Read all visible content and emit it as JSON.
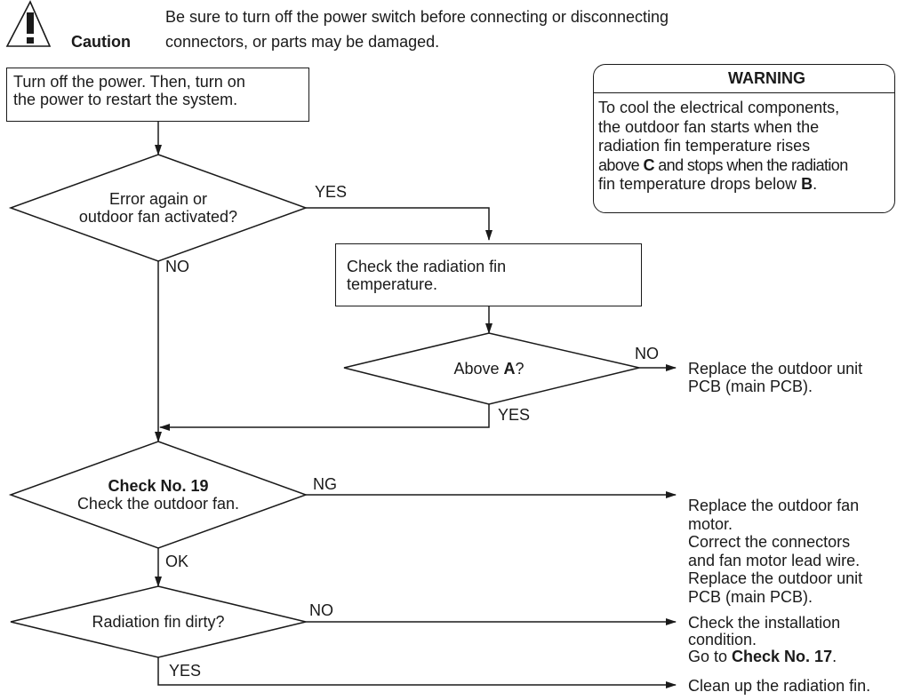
{
  "caution": {
    "label": "Caution",
    "text_line1": "Be sure to turn off the power switch before connecting or disconnecting",
    "text_line2": "connectors, or parts may be damaged."
  },
  "warning": {
    "title": "WARNING",
    "line1": "To cool the electrical components,",
    "line2": "the outdoor fan starts when the",
    "line3": "radiation fin temperature rises",
    "line4_pre": "above ",
    "line4_bold": "C",
    "line4_post": " and stops when the radiation",
    "line5_pre": "fin temperature drops below ",
    "line5_bold": "B",
    "line5_post": "."
  },
  "steps": {
    "restart_line1": "Turn off the power. Then, turn on",
    "restart_line2": "the power to restart the system.",
    "check_fin_line1": "Check the radiation fin",
    "check_fin_line2": "temperature."
  },
  "decisions": {
    "error_line1": "Error again or",
    "error_line2": "outdoor fan activated?",
    "above_pre": "Above ",
    "above_bold": "A",
    "above_post": "?",
    "check19_line1": "Check No. 19",
    "check19_line2": "Check the outdoor fan.",
    "fin_dirty": "Radiation fin dirty?"
  },
  "branch_labels": {
    "error_yes": "YES",
    "error_no": "NO",
    "above_no": "NO",
    "above_yes": "YES",
    "check19_ng": "NG",
    "check19_ok": "OK",
    "fin_no": "NO",
    "fin_yes": "YES"
  },
  "results": {
    "replace_pcb_line1": "Replace the outdoor unit",
    "replace_pcb_line2": "PCB (main PCB).",
    "fan_line1": "Replace the outdoor fan",
    "fan_line2": "motor.",
    "fan_line3": "Correct the connectors",
    "fan_line4": "and fan motor lead wire.",
    "fan_line5": "Replace the outdoor unit",
    "fan_line6": "PCB (main PCB).",
    "install_line1": "Check the installation",
    "install_line2": "condition.",
    "install_line3_pre": "Go to ",
    "install_line3_bold": "Check No. 17",
    "install_line3_post": ".",
    "clean": "Clean up the radiation fin."
  }
}
